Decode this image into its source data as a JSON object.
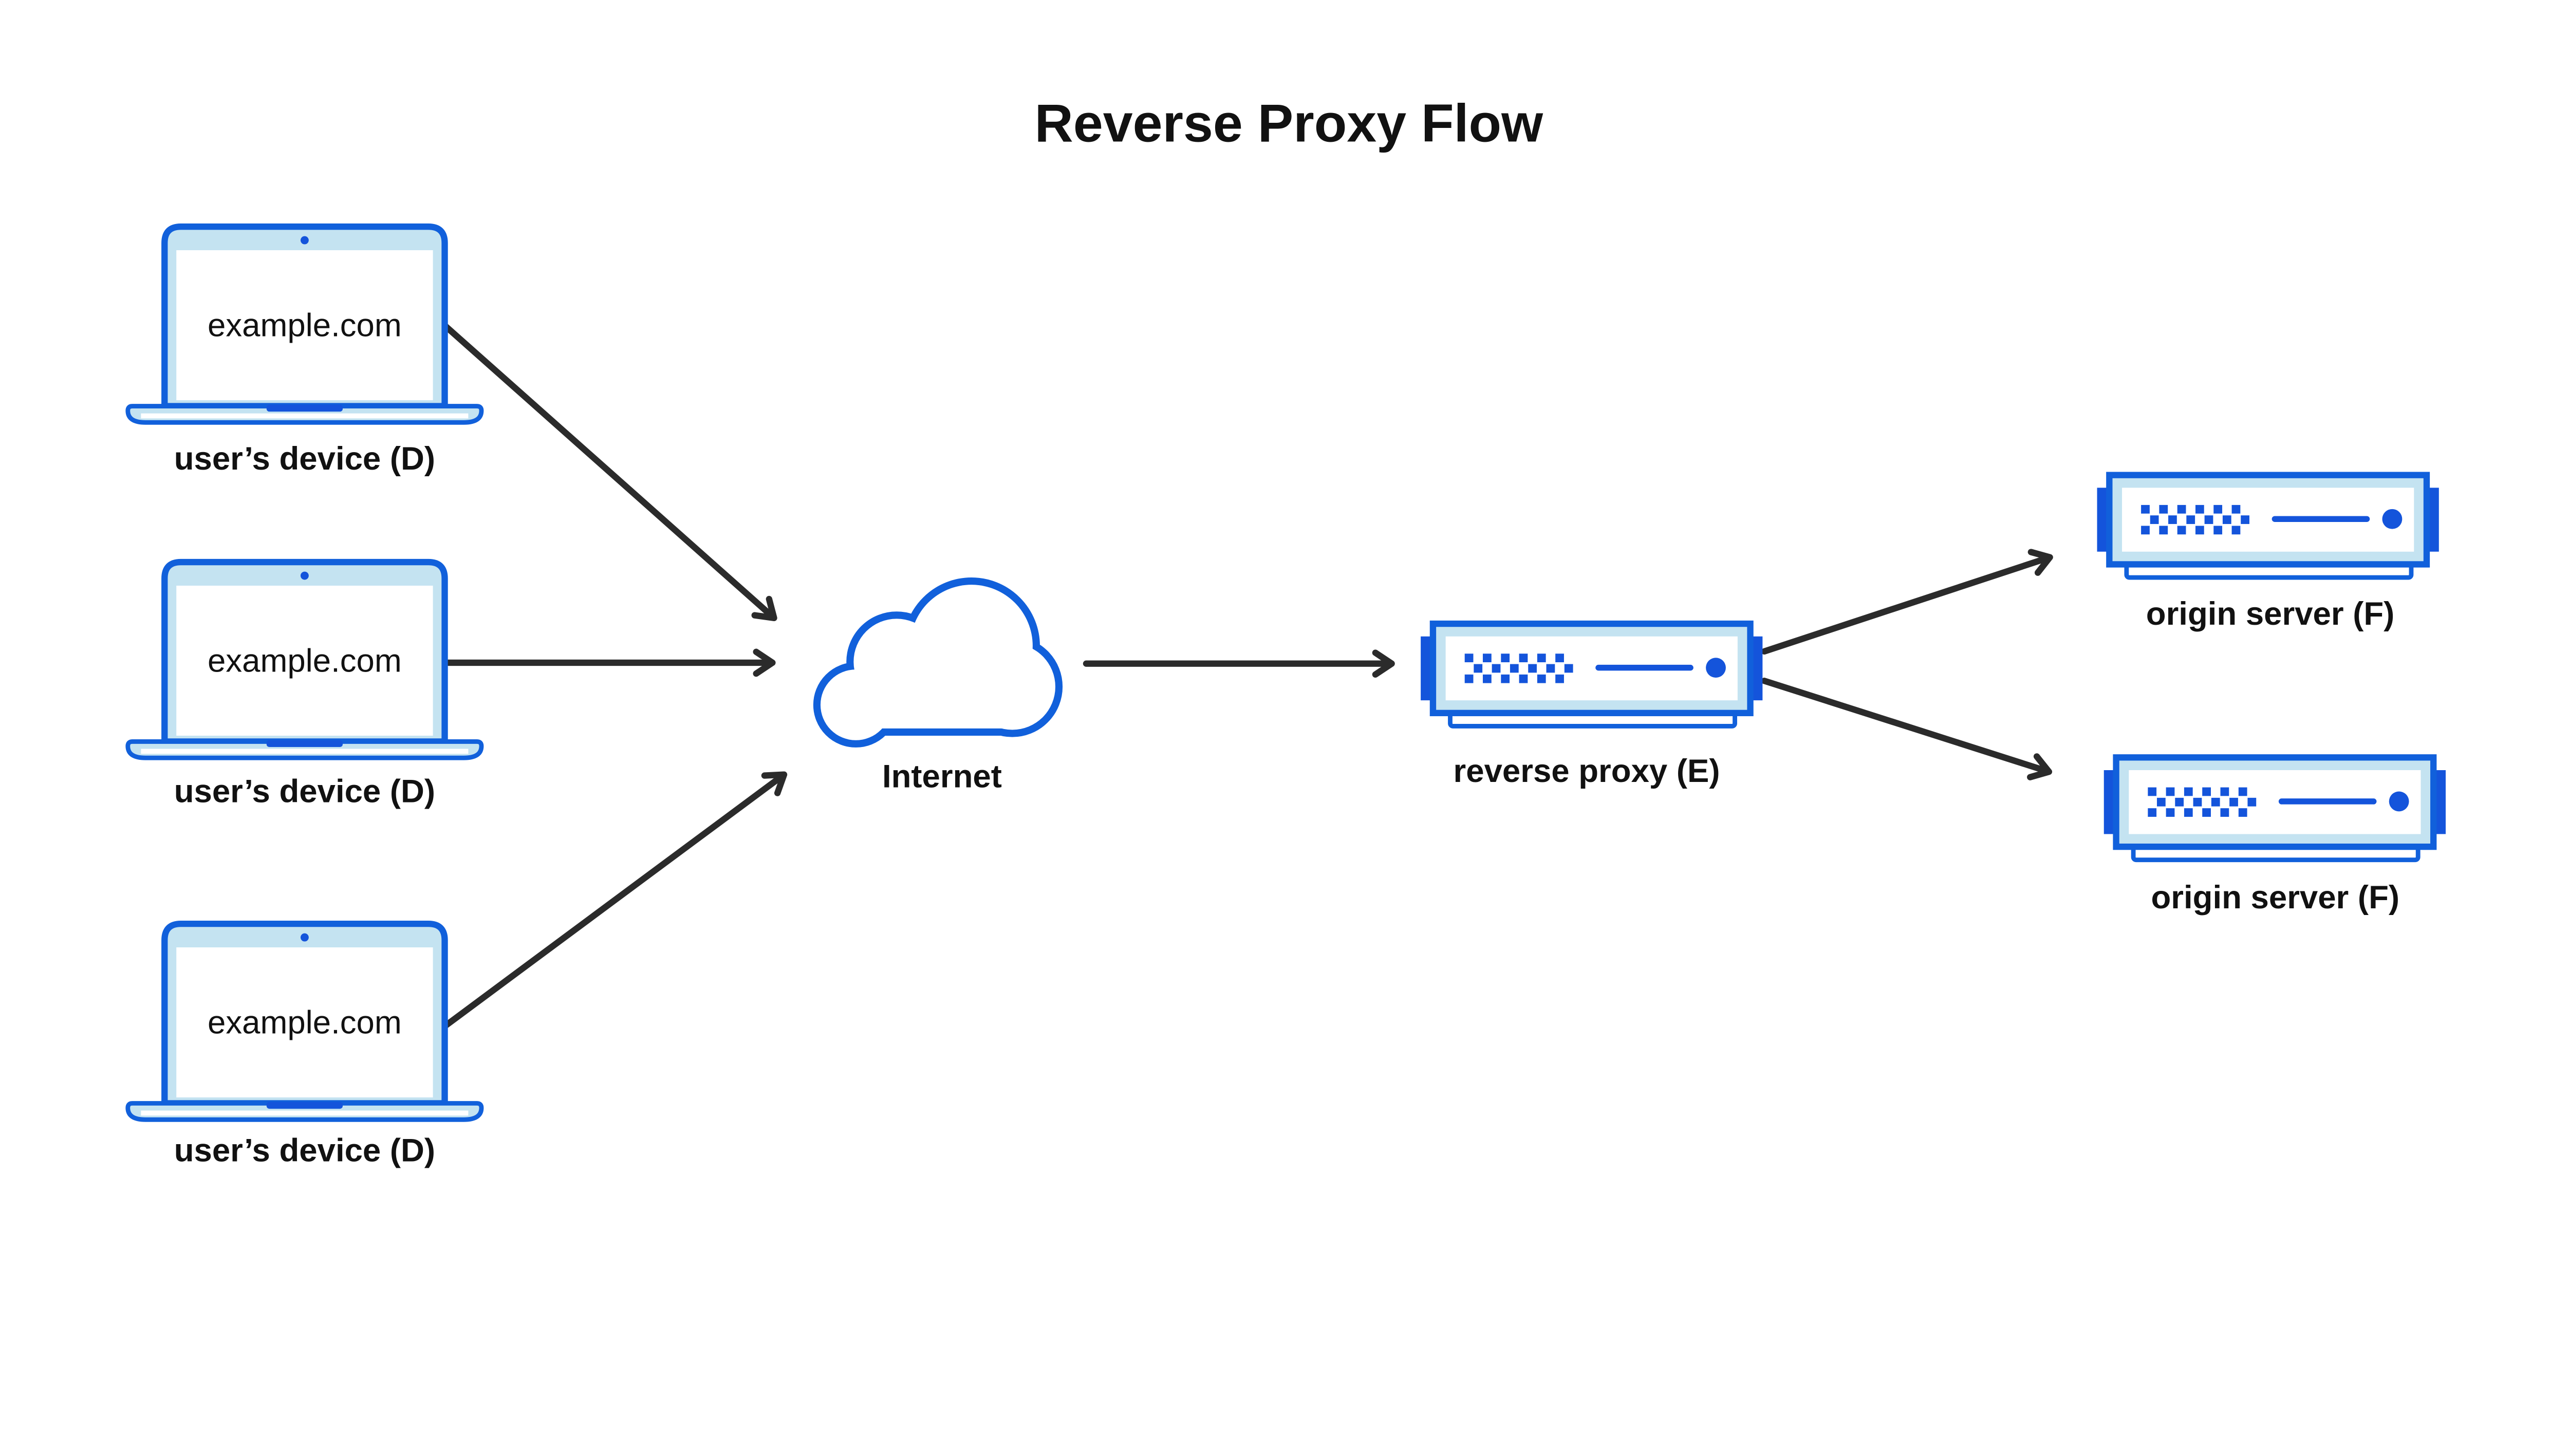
{
  "title": "Reverse Proxy Flow",
  "colors": {
    "outline_blue": "#1160DB",
    "accent_blue": "#1454DB",
    "light_blue": "#C4E3F1",
    "arrow_dark": "#2B2B2B",
    "text_dark": "#111111",
    "background": "#FFFFFF"
  },
  "devices": [
    {
      "screen_text": "example.com",
      "label": "user’s device (D)"
    },
    {
      "screen_text": "example.com",
      "label": "user’s device (D)"
    },
    {
      "screen_text": "example.com",
      "label": "user’s device (D)"
    }
  ],
  "internet": {
    "label": "Internet"
  },
  "reverse_proxy": {
    "label": "reverse proxy (E)"
  },
  "origin_servers": [
    {
      "label": "origin server (F)"
    },
    {
      "label": "origin server (F)"
    }
  ]
}
